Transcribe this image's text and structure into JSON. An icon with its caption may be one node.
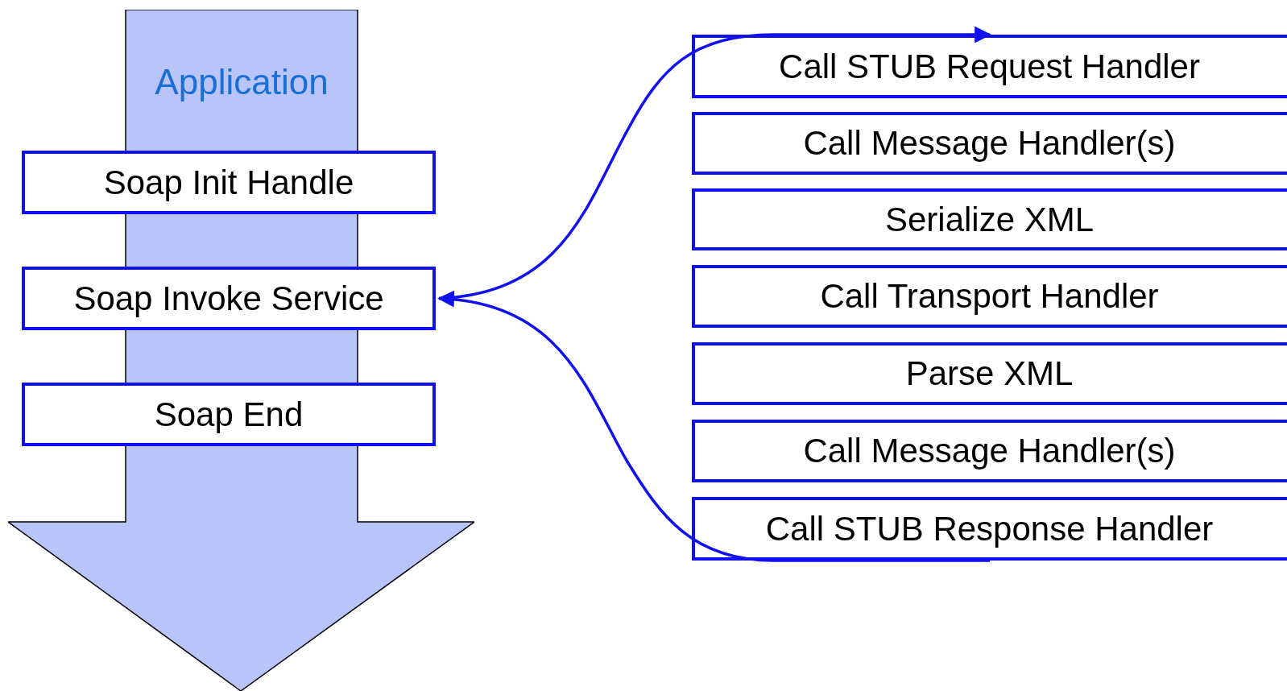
{
  "diagram": {
    "nodes": [
      {
        "text": [
          "Application"
        ]
      },
      {
        "text": [
          "Soap Init Handle"
        ],
        "in": 0
      },
      {
        "text": [
          "Soap Invoke Service"
        ],
        "in": 0
      },
      {
        "text": [
          "Soap End"
        ],
        "in": 0
      },
      {
        "text": [
          "Call STUB Request Handler"
        ]
      },
      {
        "text": [
          "Call Message Handler(s)"
        ]
      },
      {
        "text": [
          "Serialize XML"
        ]
      },
      {
        "text": [
          "Call Transport Handler"
        ]
      },
      {
        "text": [
          "Parse XML"
        ]
      },
      {
        "text": [
          "Call Message Handler(s)"
        ]
      },
      {
        "text": [
          "Call STUB Response Handler"
        ]
      }
    ],
    "edges": [
      {
        "from": 2,
        "to": 4,
        "arrow": "to"
      },
      {
        "from": 10,
        "to": 2,
        "arrow": "to"
      }
    ]
  }
}
